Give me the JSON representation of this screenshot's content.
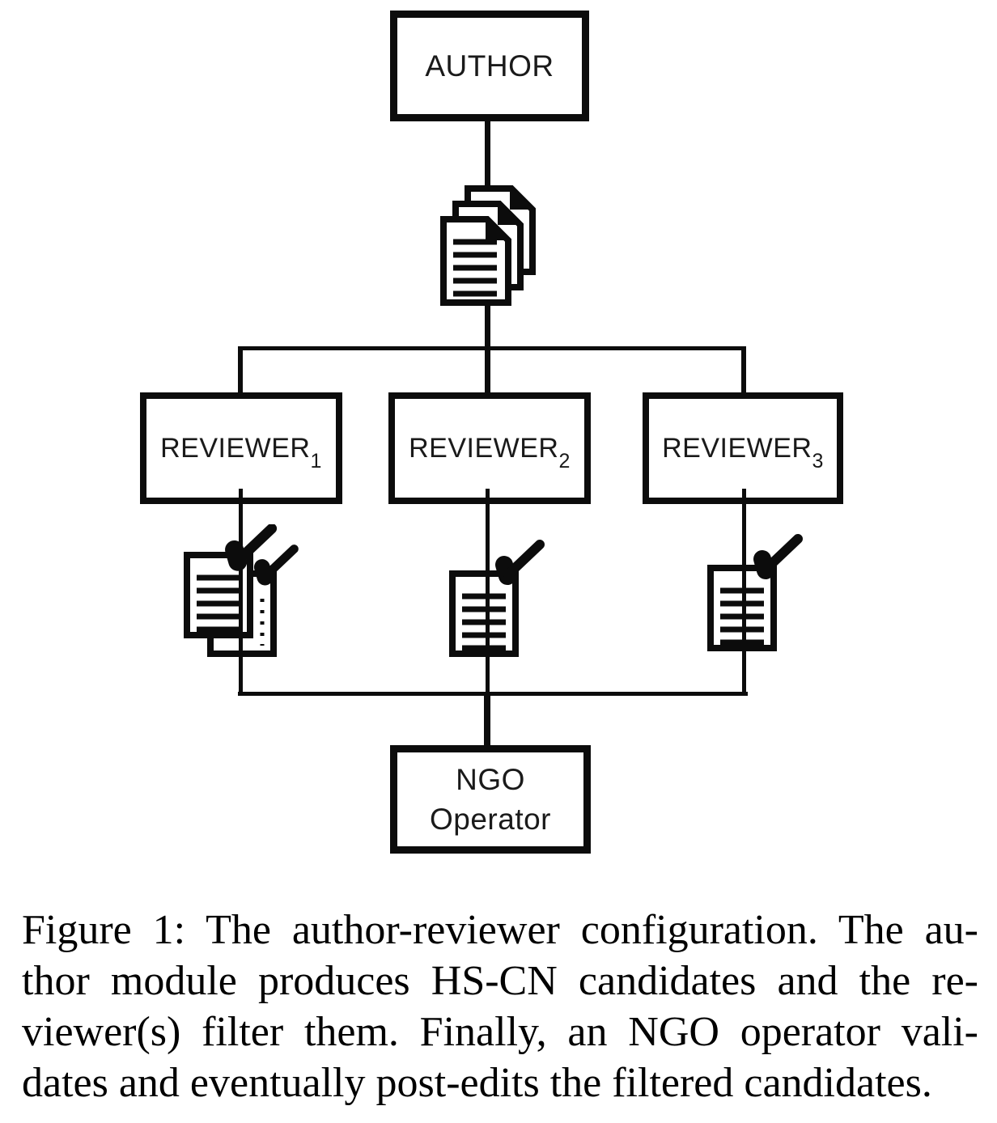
{
  "colors": {
    "ink": "#0c0c0c",
    "paper": "#ffffff"
  },
  "diagram": {
    "author": {
      "label": "AUTHOR"
    },
    "reviewers": [
      {
        "label": "REVIEWER",
        "sub": "1"
      },
      {
        "label": "REVIEWER",
        "sub": "2"
      },
      {
        "label": "REVIEWER",
        "sub": "3"
      }
    ],
    "ngo": {
      "line1": "NGO",
      "line2": "Operator"
    },
    "icons": {
      "author_output": "document-stack-icon",
      "reviewer1_output": "double-checked-document-icon",
      "reviewer2_output": "checked-document-icon",
      "reviewer3_output": "checked-document-icon"
    }
  },
  "caption": {
    "lines": [
      "Figure 1: The author-reviewer configuration. The au-",
      "thor module produces HS-CN candidates and the re-",
      "viewer(s) filter them. Finally, an NGO operator vali-",
      "dates and eventually post-edits the filtered candidates."
    ]
  }
}
